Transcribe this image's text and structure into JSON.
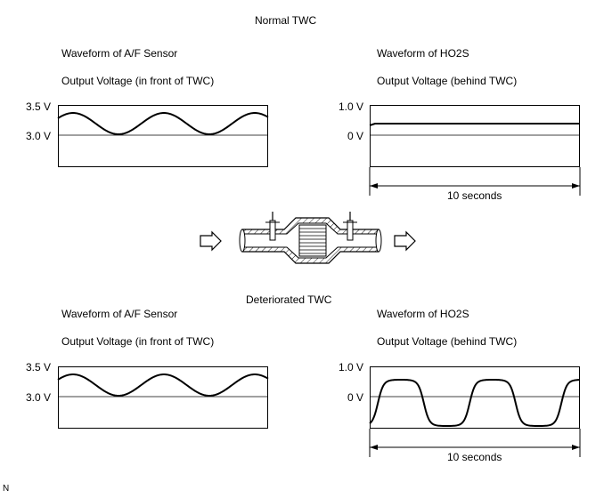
{
  "normal": {
    "title": "Normal TWC",
    "left": {
      "title": "Waveform of A/F Sensor",
      "subtitle": "Output Voltage (in front of TWC)",
      "y_high": "3.5 V",
      "y_low": "3.0 V"
    },
    "right": {
      "title": "Waveform of HO2S",
      "subtitle": "Output Voltage (behind TWC)",
      "y_high": "1.0 V",
      "y_low": "0 V",
      "time": "10 seconds"
    }
  },
  "deteriorated": {
    "title": "Deteriorated TWC",
    "left": {
      "title": "Waveform of A/F Sensor",
      "subtitle": "Output Voltage (in front of TWC)",
      "y_high": "3.5 V",
      "y_low": "3.0 V"
    },
    "right": {
      "title": "Waveform of HO2S",
      "subtitle": "Output Voltage (behind TWC)",
      "y_high": "1.0 V",
      "y_low": "0 V",
      "time": "10 seconds"
    }
  },
  "corner_label": "N"
}
